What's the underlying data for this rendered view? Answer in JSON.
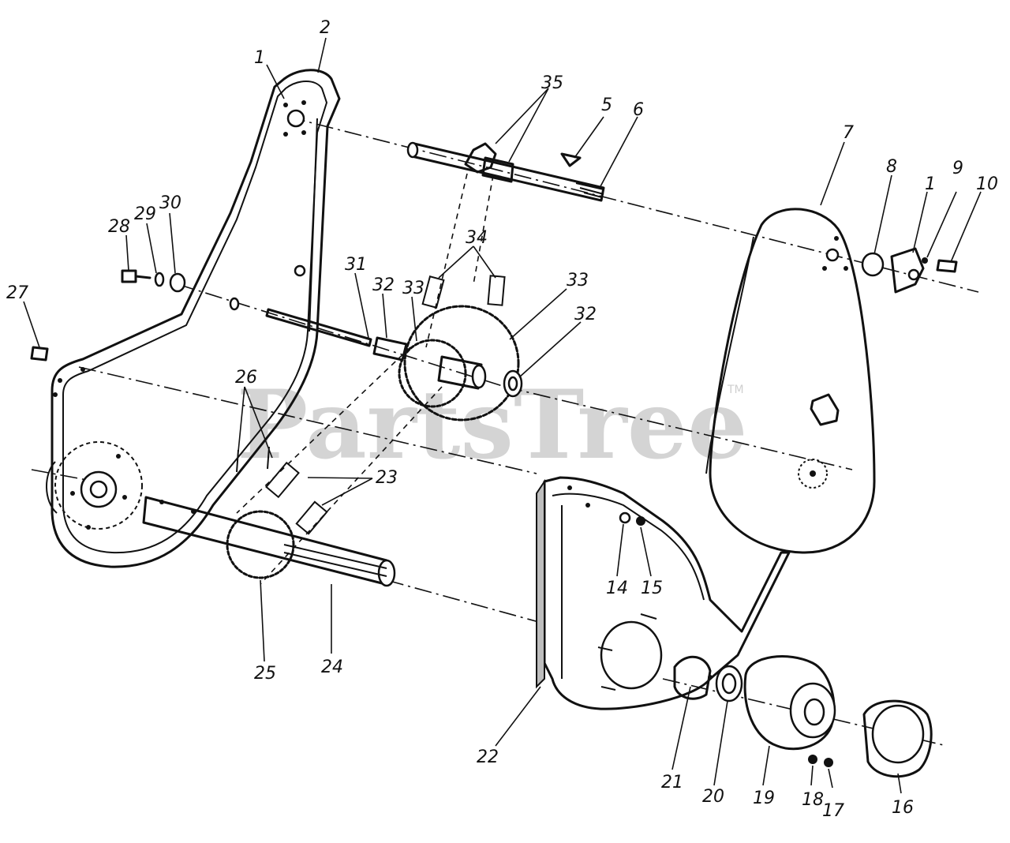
{
  "watermark": {
    "text": "PartsTree",
    "trademark": "TM"
  },
  "callouts": {
    "c1a": "1",
    "c2": "2",
    "c35": "35",
    "c5": "5",
    "c6": "6",
    "c7": "7",
    "c8": "8",
    "c1b": "1",
    "c9": "9",
    "c10": "10",
    "c28": "28",
    "c29": "29",
    "c30": "30",
    "c27": "27",
    "c34": "34",
    "c31": "31",
    "c32a": "32",
    "c33a": "33",
    "c33b": "33",
    "c32b": "32",
    "c26": "26",
    "c23": "23",
    "c14": "14",
    "c15": "15",
    "c25": "25",
    "c24": "24",
    "c22": "22",
    "c21": "21",
    "c20": "20",
    "c19": "19",
    "c18": "18",
    "c17": "17",
    "c16": "16"
  }
}
